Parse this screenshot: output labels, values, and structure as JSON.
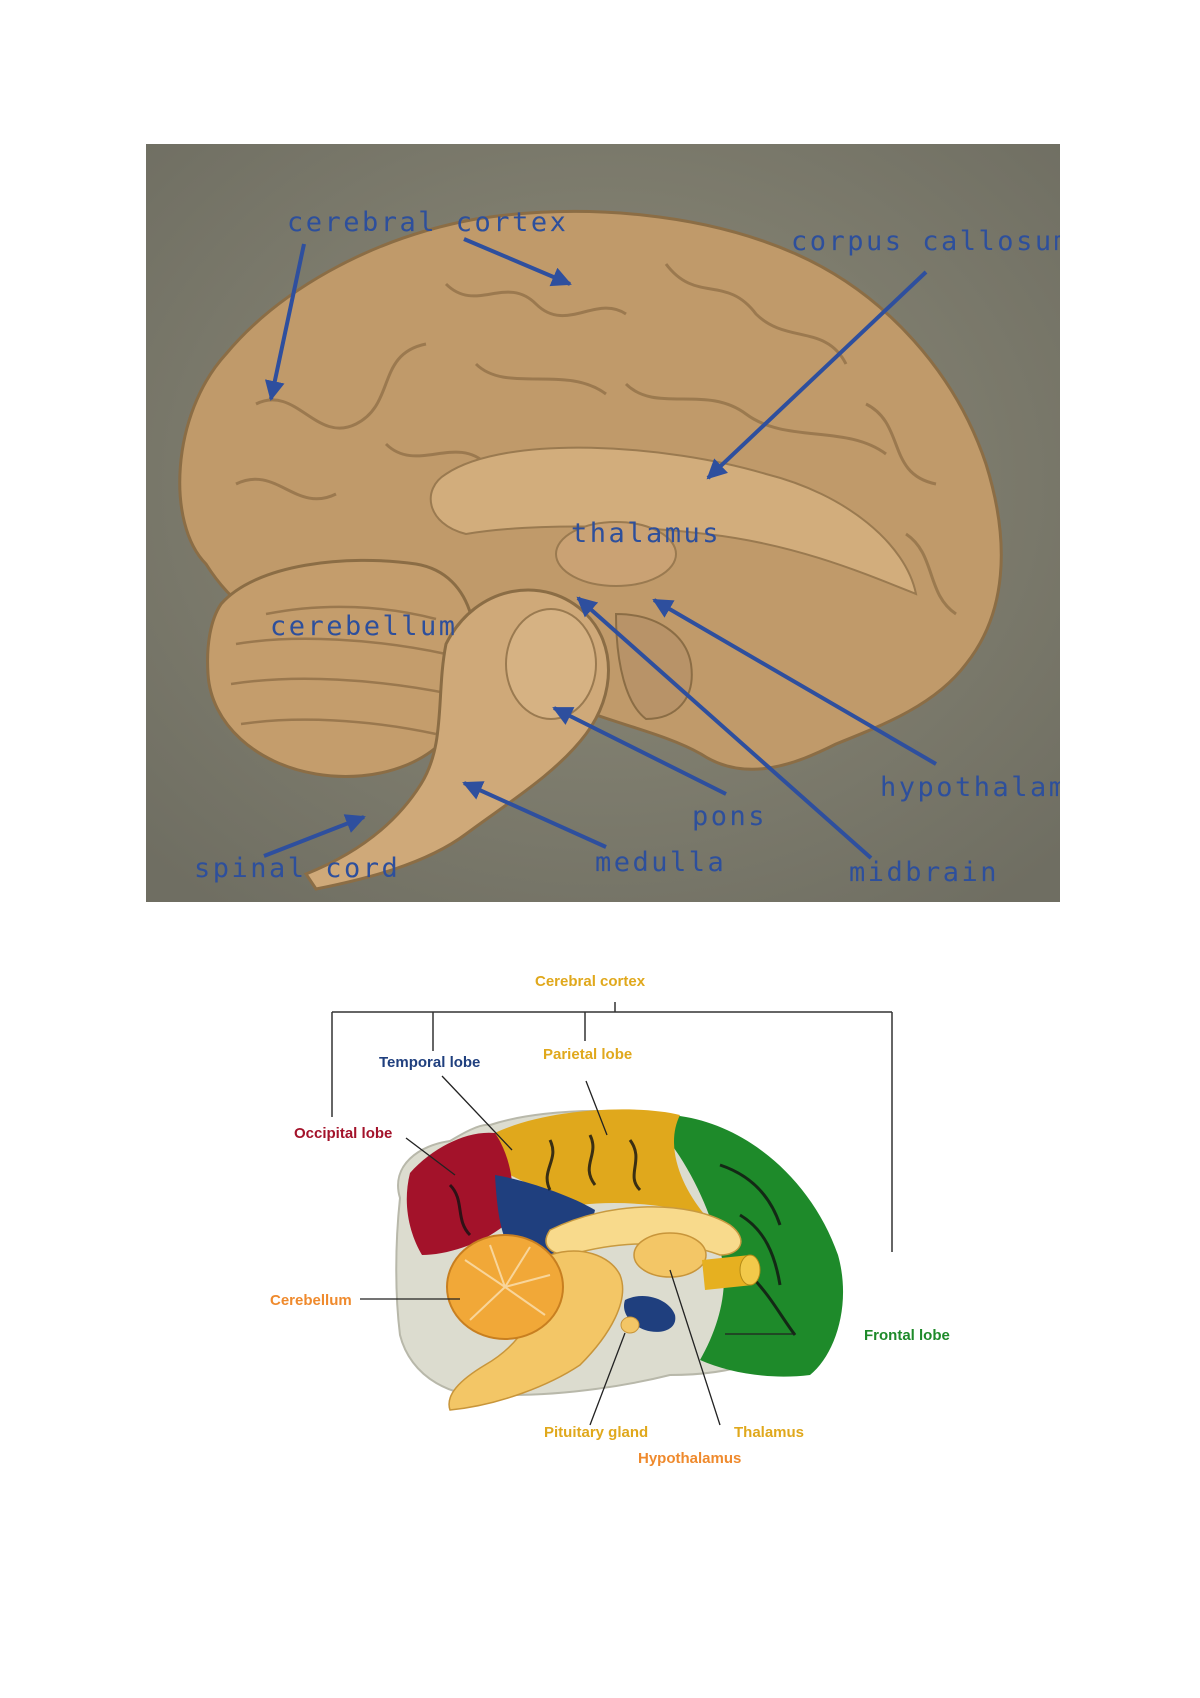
{
  "photo": {
    "labels": {
      "cerebral_cortex": "cerebral cortex",
      "corpus_callosum": "corpus callosum",
      "thalamus": "thalamus",
      "cerebellum": "cerebellum",
      "hypothalamus": "hypothalam",
      "pons": "pons",
      "spinal_cord": "spinal cord",
      "medulla": "medulla",
      "midbrain": "midbrain"
    },
    "label_color": "#2d4f9c",
    "arrow_color": "#2e4f9e"
  },
  "illustration": {
    "labels": {
      "cerebral_cortex": "Cerebral cortex",
      "temporal_lobe": "Temporal lobe",
      "parietal_lobe": "Parietal lobe",
      "occipital_lobe": "Occipital lobe",
      "cerebellum": "Cerebellum",
      "frontal_lobe": "Frontal lobe",
      "pituitary_gland": "Pituitary gland",
      "thalamus": "Thalamus",
      "hypothalamus": "Hypothalamus"
    },
    "colors": {
      "frontal": "#1e8a2a",
      "parietal": "#e0a81c",
      "temporal": "#1f3f7e",
      "occipital": "#a3122a",
      "cerebellum": "#f1a838",
      "brainstem": "#f3c666",
      "shell": "#dcdccf"
    }
  }
}
